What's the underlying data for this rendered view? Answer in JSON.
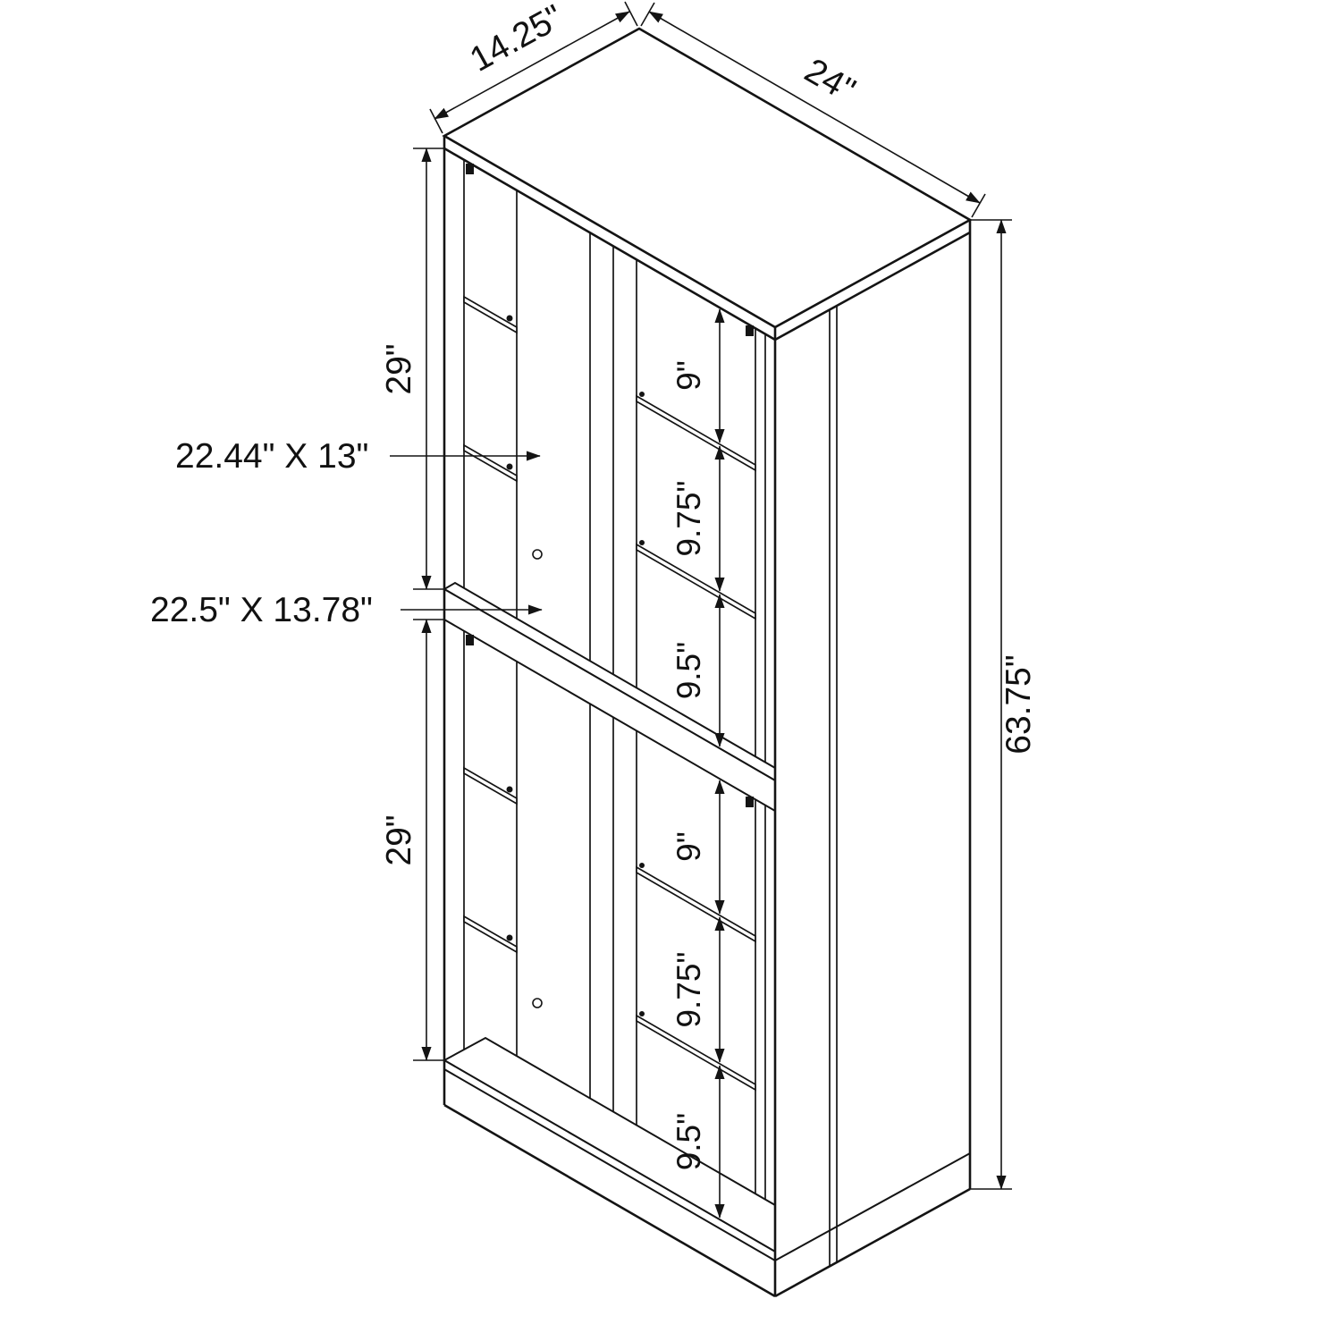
{
  "diagram": {
    "type": "isometric-dimension-drawing",
    "subject": "curio-display-cabinet",
    "labels": {
      "top_depth": "14.25\"",
      "top_width": "24\"",
      "upper_height": "29\"",
      "lower_height": "29\"",
      "total_height": "63.75\"",
      "upper_shelf_size": "22.44\" X 13\"",
      "middle_shelf_size": "22.5\" X 13.78\"",
      "upper_gaps": [
        "9\"",
        "9.75\"",
        "9.5\""
      ],
      "lower_gaps": [
        "9\"",
        "9.75\"",
        "9.5\""
      ]
    },
    "colors": {
      "line": "#141414",
      "background": "#ffffff"
    }
  }
}
